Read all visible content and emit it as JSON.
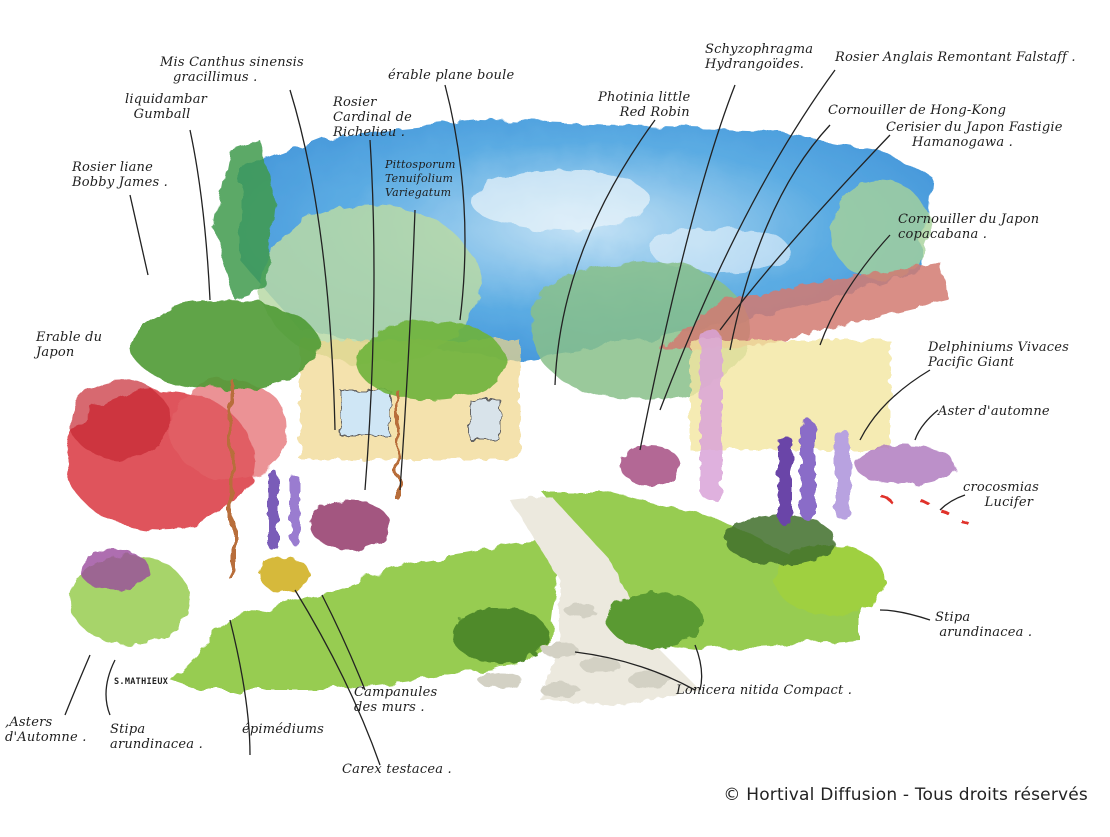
{
  "illustration": {
    "type": "watercolor garden planting plan",
    "signature": "S.MATHIEUX",
    "copyright": "© Hortival Diffusion - Tous droits réservés",
    "colors": {
      "sky": "#4aa3e0",
      "lawn": "#8cc63f",
      "maple_red": "#d9363e",
      "roof": "#d27a72",
      "house_wall": "#f2e6a0",
      "path_stones": "#d9d9cc",
      "delphinium": "#7a5cb8",
      "aster": "#b07cc0",
      "shrub_dark": "#4f8a2c"
    }
  },
  "labels": [
    {
      "id": "miscanthus",
      "text": "Mis Canthus sinensis\n   gracillimus ."
    },
    {
      "id": "liquidambar",
      "text": "liquidambar\n  Gumball"
    },
    {
      "id": "rosier-liane",
      "text": "Rosier liane\nBobby James ."
    },
    {
      "id": "rosier-cardinal",
      "text": "Rosier\nCardinal de\nRichelieu ."
    },
    {
      "id": "erable-plane",
      "text": "érable plane boule"
    },
    {
      "id": "pittosporum",
      "text": "Pittosporum\nTenuifolium\nVariegatum"
    },
    {
      "id": "photinia",
      "text": "Photinia little\n     Red Robin"
    },
    {
      "id": "schizophragma",
      "text": "Schyzophragma\nHydrangoïdes."
    },
    {
      "id": "rosier-anglais",
      "text": "Rosier Anglais Remontant Falstaff ."
    },
    {
      "id": "cornouiller-hk",
      "text": "Cornouiller de Hong-Kong"
    },
    {
      "id": "cerisier",
      "text": "Cerisier du Japon Fastigie\n      Hamanogawa ."
    },
    {
      "id": "cornouiller-japon",
      "text": "Cornouiller du Japon\ncopacabana ."
    },
    {
      "id": "erable-japon",
      "text": "Erable du\nJapon"
    },
    {
      "id": "delphinium",
      "text": "Delphiniums Vivaces\nPacific Giant"
    },
    {
      "id": "aster-right",
      "text": "Aster d'automne"
    },
    {
      "id": "crocosmia",
      "text": "crocosmias\n     Lucifer"
    },
    {
      "id": "stipa-right",
      "text": "Stipa\n arundinacea ."
    },
    {
      "id": "lonicera",
      "text": "Lonicera nitida Compact ."
    },
    {
      "id": "asters-left",
      "text": ",Asters\nd'Automne ."
    },
    {
      "id": "stipa-left",
      "text": "Stipa\narundinacea ."
    },
    {
      "id": "epimediums",
      "text": "épimédiums"
    },
    {
      "id": "campanules",
      "text": "Campanules\ndes murs ."
    },
    {
      "id": "carex",
      "text": "Carex testacea ."
    }
  ]
}
